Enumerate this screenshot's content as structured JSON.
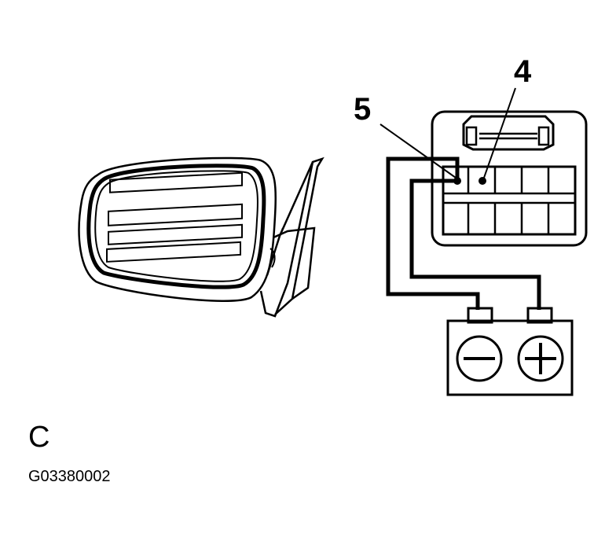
{
  "callouts": {
    "terminal_4": "4",
    "terminal_5": "5"
  },
  "view_letter": "C",
  "figure_code": "G03380002",
  "icons": {
    "mirror": "side-mirror-icon",
    "connector": "connector-icon",
    "battery": "battery-icon",
    "negative": "minus-icon",
    "positive": "plus-icon"
  },
  "colors": {
    "line": "#000000",
    "background": "#ffffff"
  }
}
